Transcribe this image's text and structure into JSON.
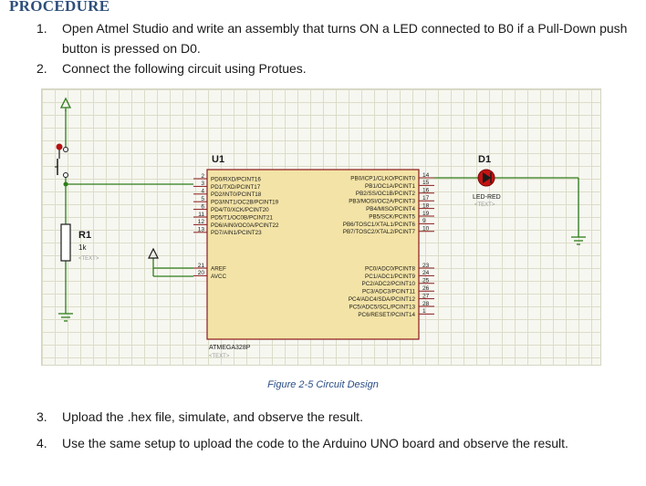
{
  "heading": "PROCEDURE",
  "steps": [
    {
      "num": "1.",
      "text": "Open Atmel Studio and write an assembly that turns ON a LED connected to B0 if a Pull-Down push button is pressed on D0."
    },
    {
      "num": "2.",
      "text": "Connect the following circuit using Protues."
    },
    {
      "num": "3.",
      "text": "Upload the .hex file, simulate, and observe the result."
    },
    {
      "num": "4.",
      "text": "Use the same setup to upload the code to the Arduino UNO board and observe the result."
    }
  ],
  "figure": {
    "caption": "Figure 2-5 Circuit Design",
    "mcu": {
      "ref": "U1",
      "part": "ATMEGA328P",
      "text_placeholder": "<TEXT>",
      "left_pins": [
        {
          "num": "2",
          "name": "PD0/RXD/PCINT16"
        },
        {
          "num": "3",
          "name": "PD1/TXD/PCINT17"
        },
        {
          "num": "4",
          "name": "PD2/INT0/PCINT18"
        },
        {
          "num": "5",
          "name": "PD3/INT1/OC2B/PCINT19"
        },
        {
          "num": "6",
          "name": "PD4/T0/XCK/PCINT20"
        },
        {
          "num": "11",
          "name": "PD5/T1/OC0B/PCINT21"
        },
        {
          "num": "12",
          "name": "PD6/AIN0/OC0A/PCINT22"
        },
        {
          "num": "13",
          "name": "PD7/AIN1/PCINT23"
        }
      ],
      "left_pins_2": [
        {
          "num": "21",
          "name": "AREF"
        },
        {
          "num": "20",
          "name": "AVCC"
        }
      ],
      "right_pins": [
        {
          "num": "14",
          "name": "PB0/ICP1/CLKO/PCINT0"
        },
        {
          "num": "15",
          "name": "PB1/OC1A/PCINT1"
        },
        {
          "num": "16",
          "name": "PB2/SS/OC1B/PCINT2"
        },
        {
          "num": "17",
          "name": "PB3/MOSI/OC2A/PCINT3"
        },
        {
          "num": "18",
          "name": "PB4/MISO/PCINT4"
        },
        {
          "num": "19",
          "name": "PB5/SCK/PCINT5"
        },
        {
          "num": "9",
          "name": "PB6/TOSC1/XTAL1/PCINT6"
        },
        {
          "num": "10",
          "name": "PB7/TOSC2/XTAL2/PCINT7"
        }
      ],
      "right_pins_2": [
        {
          "num": "23",
          "name": "PC0/ADC0/PCINT8"
        },
        {
          "num": "24",
          "name": "PC1/ADC1/PCINT9"
        },
        {
          "num": "25",
          "name": "PC2/ADC2/PCINT10"
        },
        {
          "num": "26",
          "name": "PC3/ADC3/PCINT11"
        },
        {
          "num": "27",
          "name": "PC4/ADC4/SDA/PCINT12"
        },
        {
          "num": "28",
          "name": "PC5/ADC5/SCL/PCINT13"
        },
        {
          "num": "1",
          "name": "PC6/RESET/PCINT14"
        }
      ]
    },
    "resistor": {
      "ref": "R1",
      "value": "1k",
      "text_placeholder": "<TEXT>"
    },
    "led": {
      "ref": "D1",
      "part": "LED-RED",
      "text_placeholder": "<TEXT>"
    },
    "colors": {
      "wire": "#2e7d1a",
      "chip_body": "#f3e3a6",
      "chip_border": "#8b1a1a",
      "pin": "#8b1a1a",
      "led": "#c41212",
      "grid": "#dcdcc9"
    }
  }
}
